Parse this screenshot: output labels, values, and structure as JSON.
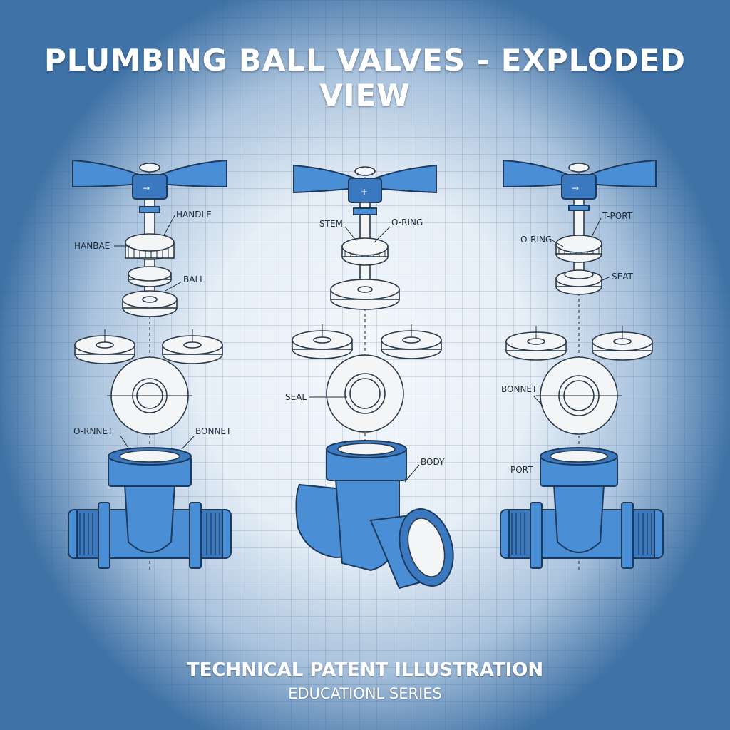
{
  "title": "PLUMBING BALL VALVES - EXPLODED VIEW",
  "footer": {
    "line1": "TECHNICAL PATENT ILLUSTRATION",
    "line2": "EDUCATIONL SERIES"
  },
  "valves": [
    {
      "labels": {
        "handle": "HANDLE",
        "handle2": "HANBAE",
        "ball": "BALL",
        "oring": "O-RNNET",
        "bonnet": "BONNET"
      }
    },
    {
      "labels": {
        "stem": "STEM",
        "oring": "O-RING",
        "seal": "SEAL",
        "body": "BODY"
      }
    },
    {
      "labels": {
        "tport": "T-PORT",
        "oring": "O-RING",
        "seat": "SEAT",
        "bonnet": "BONNET",
        "port": "PORT"
      }
    }
  ],
  "colors": {
    "part_blue": "#4a8fd6",
    "outline": "#1d3a5c",
    "background_edge": "#3f72a6"
  }
}
